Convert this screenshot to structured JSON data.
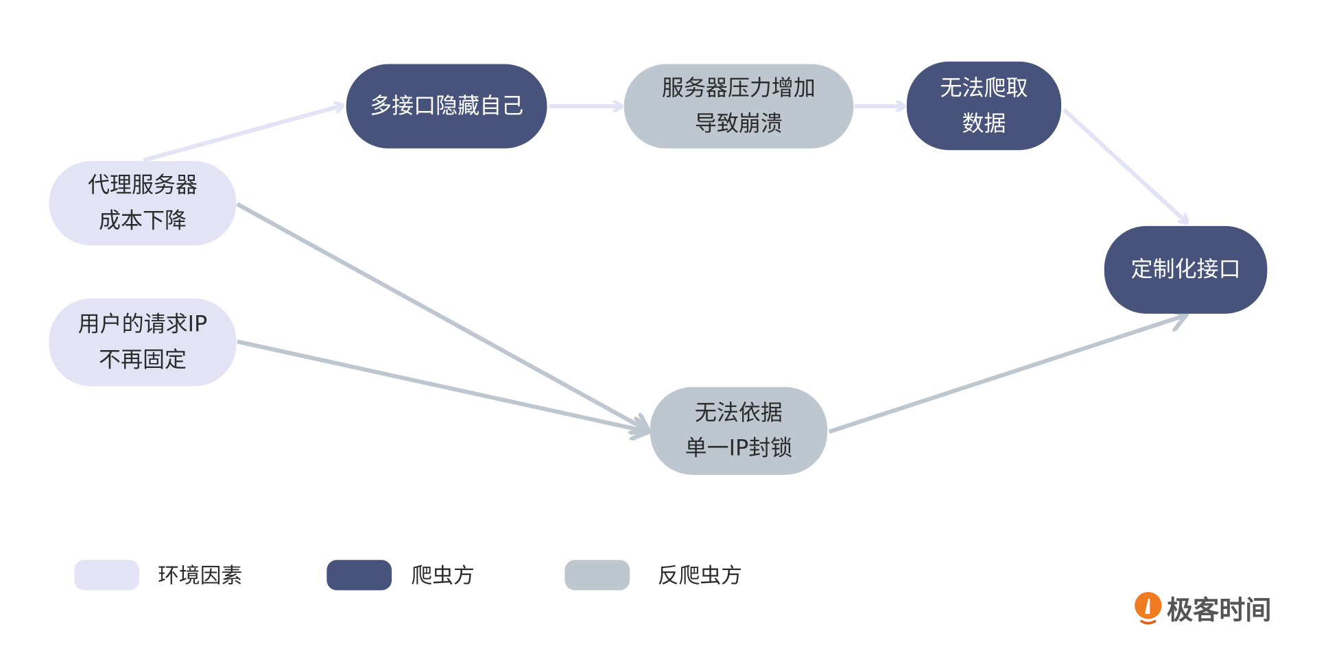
{
  "nodes": {
    "multi_interface": [
      "多接口隐藏自己"
    ],
    "server_pressure": [
      "服务器压力增加",
      "导致崩溃"
    ],
    "cannot_crawl": [
      "无法爬取",
      "数据"
    ],
    "proxy_cost": [
      "代理服务器",
      "成本下降"
    ],
    "user_ip": [
      "用户的请求IP",
      "不再固定"
    ],
    "custom_interface": [
      "定制化接口"
    ],
    "cannot_block": [
      "无法依据",
      "单一IP封锁"
    ]
  },
  "legend": [
    {
      "label": "环境因素",
      "color": "#e4e3f6"
    },
    {
      "label": "爬虫方",
      "color": "#47537a"
    },
    {
      "label": "反爬虫方",
      "color": "#bec6cf"
    }
  ],
  "logo": "极客时间",
  "colors": {
    "light_edge": "#e4e3f6",
    "gray_edge": "#bec6cf",
    "logo": "#f07c22"
  }
}
